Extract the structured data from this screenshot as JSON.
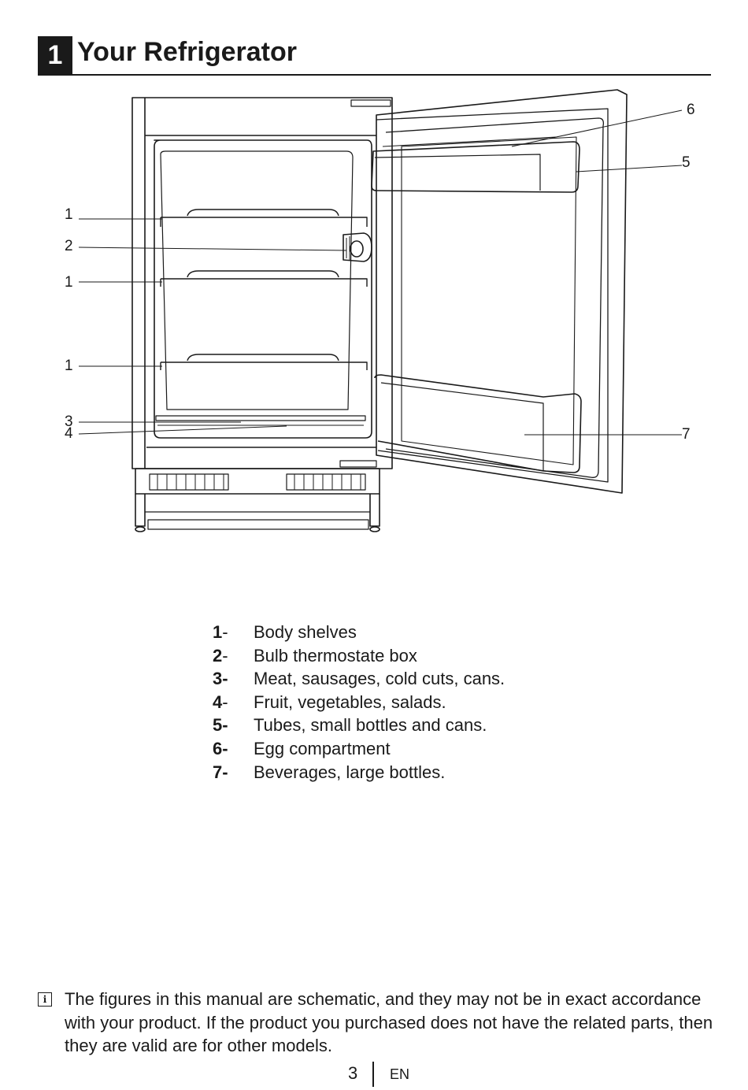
{
  "header": {
    "chapter_number": "1",
    "title": "Your Refrigerator"
  },
  "figure": {
    "callouts": {
      "c1a": "1",
      "c2": "2",
      "c1b": "1",
      "c1c": "1",
      "c3": "3",
      "c4": "4",
      "c5": "5",
      "c6": "6",
      "c7": "7"
    }
  },
  "legend": {
    "items": [
      {
        "num": "1",
        "sep": "-",
        "text": "Body shelves"
      },
      {
        "num": "2",
        "sep": "-",
        "text": "Bulb thermostate box"
      },
      {
        "num": "3-",
        "sep": "",
        "text": "Meat, sausages, cold cuts, cans."
      },
      {
        "num": "4",
        "sep": "-",
        "text": "Fruit, vegetables, salads."
      },
      {
        "num": "5-",
        "sep": "",
        "text": "Tubes, small bottles and cans."
      },
      {
        "num": "6-",
        "sep": "",
        "text": "Egg compartment"
      },
      {
        "num": "7-",
        "sep": "",
        "text": "Beverages, large bottles."
      }
    ]
  },
  "note": {
    "icon": "info-icon",
    "text": "The figures in this manual are schematic, and they may not be in exact accordance with your product. If the product you purchased does not have the related parts, then they are valid are for other models."
  },
  "footer": {
    "page_number": "3",
    "language": "EN"
  }
}
